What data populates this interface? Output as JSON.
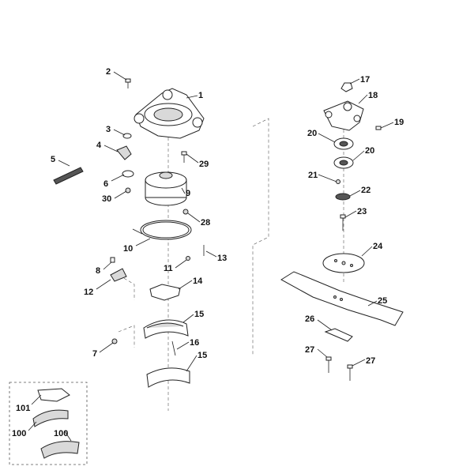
{
  "callouts": {
    "c1": "1",
    "c2": "2",
    "c3": "3",
    "c4": "4",
    "c5": "5",
    "c6": "6",
    "c7": "7",
    "c8": "8",
    "c9": "9",
    "c10": "10",
    "c11": "11",
    "c12": "12",
    "c13": "13",
    "c14": "14",
    "c15a": "15",
    "c15b": "15",
    "c16": "16",
    "c17": "17",
    "c18": "18",
    "c19": "19",
    "c20a": "20",
    "c20b": "20",
    "c21": "21",
    "c22": "22",
    "c23": "23",
    "c24": "24",
    "c25": "25",
    "c26": "26",
    "c27a": "27",
    "c27b": "27",
    "c28": "28",
    "c29": "29",
    "c30": "30",
    "c100a": "100",
    "c100b": "100",
    "c101": "101"
  },
  "colors": {
    "line": "#222222",
    "shade": "#d9d9d9",
    "background": "#ffffff"
  }
}
